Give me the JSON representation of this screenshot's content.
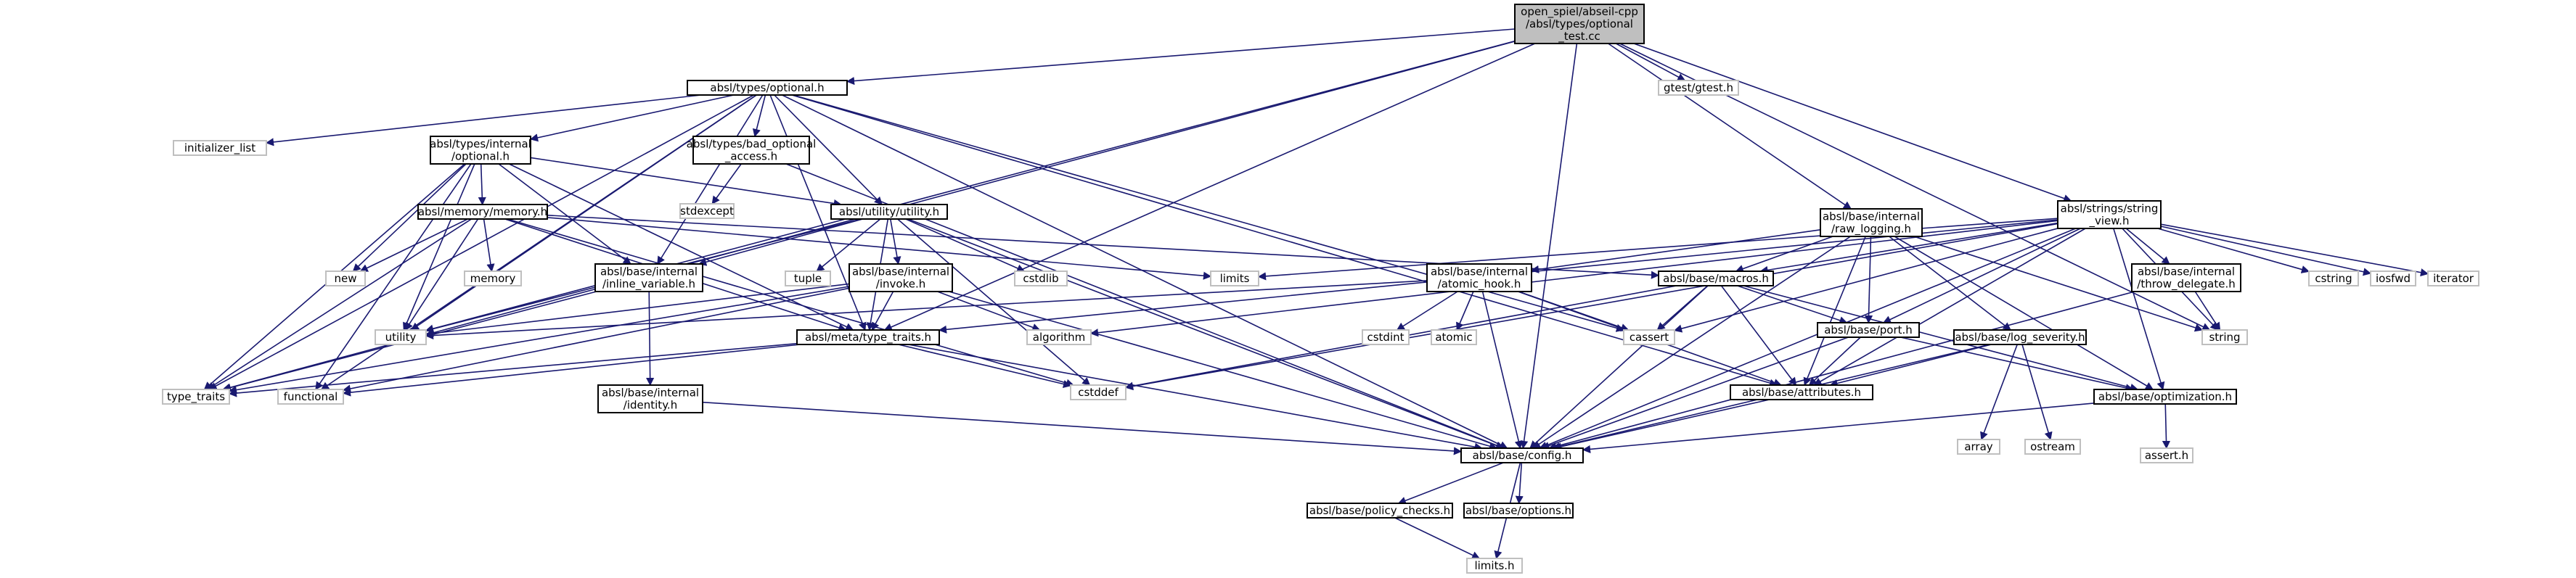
{
  "colors": {
    "edge": "#191970",
    "node_border": "#000000",
    "file_border": "#bfbfbf",
    "root_fill": "#bfbfbf",
    "node_fill": "#ffffff",
    "text": "#000000",
    "ext_text": "#555555"
  },
  "nodes": [
    {
      "id": "root",
      "lines": [
        "open_spiel/abseil-cpp",
        "/absl/types/optional",
        "_test.cc"
      ],
      "kind": "root"
    },
    {
      "id": "optional_h",
      "lines": [
        "absl/types/optional.h"
      ],
      "kind": "file"
    },
    {
      "id": "gtest",
      "lines": [
        "gtest/gtest.h"
      ],
      "kind": "ext"
    },
    {
      "id": "raw_logging",
      "lines": [
        "absl/base/internal",
        "/raw_logging.h"
      ],
      "kind": "file"
    },
    {
      "id": "string_view",
      "lines": [
        "absl/strings/string",
        "_view.h"
      ],
      "kind": "file"
    },
    {
      "id": "initializer_list",
      "lines": [
        "initializer_list"
      ],
      "kind": "ext"
    },
    {
      "id": "internal_optional",
      "lines": [
        "absl/types/internal",
        "/optional.h"
      ],
      "kind": "file"
    },
    {
      "id": "bad_optional",
      "lines": [
        "absl/types/bad_optional",
        "_access.h"
      ],
      "kind": "file"
    },
    {
      "id": "stdexcept",
      "lines": [
        "stdexcept"
      ],
      "kind": "ext"
    },
    {
      "id": "memory_h",
      "lines": [
        "absl/memory/memory.h"
      ],
      "kind": "file"
    },
    {
      "id": "utility_h",
      "lines": [
        "absl/utility/utility.h"
      ],
      "kind": "file"
    },
    {
      "id": "new",
      "lines": [
        "new"
      ],
      "kind": "ext"
    },
    {
      "id": "memory",
      "lines": [
        "memory"
      ],
      "kind": "ext"
    },
    {
      "id": "inline_variable",
      "lines": [
        "absl/base/internal",
        "/inline_variable.h"
      ],
      "kind": "file"
    },
    {
      "id": "tuple",
      "lines": [
        "tuple"
      ],
      "kind": "ext"
    },
    {
      "id": "invoke",
      "lines": [
        "absl/base/internal",
        "/invoke.h"
      ],
      "kind": "file"
    },
    {
      "id": "cstdlib",
      "lines": [
        "cstdlib"
      ],
      "kind": "ext"
    },
    {
      "id": "limits",
      "lines": [
        "limits"
      ],
      "kind": "ext"
    },
    {
      "id": "atomic_hook",
      "lines": [
        "absl/base/internal",
        "/atomic_hook.h"
      ],
      "kind": "file"
    },
    {
      "id": "macros_h",
      "lines": [
        "absl/base/macros.h"
      ],
      "kind": "file"
    },
    {
      "id": "throw_delegate",
      "lines": [
        "absl/base/internal",
        "/throw_delegate.h"
      ],
      "kind": "file"
    },
    {
      "id": "cstring",
      "lines": [
        "cstring"
      ],
      "kind": "ext"
    },
    {
      "id": "iosfwd",
      "lines": [
        "iosfwd"
      ],
      "kind": "ext"
    },
    {
      "id": "iterator",
      "lines": [
        "iterator"
      ],
      "kind": "ext"
    },
    {
      "id": "utility",
      "lines": [
        "utility"
      ],
      "kind": "ext"
    },
    {
      "id": "type_traits_h",
      "lines": [
        "absl/meta/type_traits.h"
      ],
      "kind": "file"
    },
    {
      "id": "algorithm",
      "lines": [
        "algorithm"
      ],
      "kind": "ext"
    },
    {
      "id": "cstdint",
      "lines": [
        "cstdint"
      ],
      "kind": "ext"
    },
    {
      "id": "atomic",
      "lines": [
        "atomic"
      ],
      "kind": "ext"
    },
    {
      "id": "cassert",
      "lines": [
        "cassert"
      ],
      "kind": "ext"
    },
    {
      "id": "port_h",
      "lines": [
        "absl/base/port.h"
      ],
      "kind": "file"
    },
    {
      "id": "log_severity",
      "lines": [
        "absl/base/log_severity.h"
      ],
      "kind": "file"
    },
    {
      "id": "string",
      "lines": [
        "string"
      ],
      "kind": "ext"
    },
    {
      "id": "type_traits",
      "lines": [
        "type_traits"
      ],
      "kind": "ext"
    },
    {
      "id": "functional",
      "lines": [
        "functional"
      ],
      "kind": "ext"
    },
    {
      "id": "identity",
      "lines": [
        "absl/base/internal",
        "/identity.h"
      ],
      "kind": "file"
    },
    {
      "id": "cstddef",
      "lines": [
        "cstddef"
      ],
      "kind": "ext"
    },
    {
      "id": "attributes_h",
      "lines": [
        "absl/base/attributes.h"
      ],
      "kind": "file"
    },
    {
      "id": "array",
      "lines": [
        "array"
      ],
      "kind": "ext"
    },
    {
      "id": "ostream",
      "lines": [
        "ostream"
      ],
      "kind": "ext"
    },
    {
      "id": "optimization_h",
      "lines": [
        "absl/base/optimization.h"
      ],
      "kind": "file"
    },
    {
      "id": "config_h",
      "lines": [
        "absl/base/config.h"
      ],
      "kind": "file"
    },
    {
      "id": "assert_h",
      "lines": [
        "assert.h"
      ],
      "kind": "ext"
    },
    {
      "id": "policy_checks",
      "lines": [
        "absl/base/policy_checks.h"
      ],
      "kind": "file"
    },
    {
      "id": "options_h",
      "lines": [
        "absl/base/options.h"
      ],
      "kind": "file"
    },
    {
      "id": "limits_h",
      "lines": [
        "limits.h"
      ],
      "kind": "ext"
    }
  ],
  "edges": [
    [
      "root",
      "optional_h"
    ],
    [
      "root",
      "gtest"
    ],
    [
      "root",
      "raw_logging"
    ],
    [
      "root",
      "string_view"
    ],
    [
      "root",
      "type_traits_h"
    ],
    [
      "root",
      "config_h"
    ],
    [
      "root",
      "type_traits"
    ],
    [
      "root",
      "utility"
    ],
    [
      "root",
      "string"
    ],
    [
      "optional_h",
      "initializer_list"
    ],
    [
      "optional_h",
      "internal_optional"
    ],
    [
      "optional_h",
      "bad_optional"
    ],
    [
      "optional_h",
      "utility_h"
    ],
    [
      "optional_h",
      "inline_variable"
    ],
    [
      "optional_h",
      "type_traits_h"
    ],
    [
      "optional_h",
      "config_h"
    ],
    [
      "optional_h",
      "attributes_h"
    ],
    [
      "optional_h",
      "cassert"
    ],
    [
      "optional_h",
      "functional"
    ],
    [
      "optional_h",
      "utility"
    ],
    [
      "optional_h",
      "type_traits"
    ],
    [
      "internal_optional",
      "memory_h"
    ],
    [
      "internal_optional",
      "utility_h"
    ],
    [
      "internal_optional",
      "inline_variable"
    ],
    [
      "internal_optional",
      "type_traits_h"
    ],
    [
      "internal_optional",
      "new"
    ],
    [
      "internal_optional",
      "functional"
    ],
    [
      "internal_optional",
      "type_traits"
    ],
    [
      "internal_optional",
      "utility"
    ],
    [
      "bad_optional",
      "stdexcept"
    ],
    [
      "bad_optional",
      "config_h"
    ],
    [
      "memory_h",
      "new"
    ],
    [
      "memory_h",
      "memory"
    ],
    [
      "memory_h",
      "limits"
    ],
    [
      "memory_h",
      "macros_h"
    ],
    [
      "memory_h",
      "type_traits_h"
    ],
    [
      "memory_h",
      "type_traits"
    ],
    [
      "memory_h",
      "utility"
    ],
    [
      "memory_h",
      "cstddef"
    ],
    [
      "utility_h",
      "inline_variable"
    ],
    [
      "utility_h",
      "invoke"
    ],
    [
      "utility_h",
      "type_traits_h"
    ],
    [
      "utility_h",
      "tuple"
    ],
    [
      "utility_h",
      "cstdlib"
    ],
    [
      "utility_h",
      "cstddef"
    ],
    [
      "utility_h",
      "utility"
    ],
    [
      "utility_h",
      "config_h"
    ],
    [
      "inline_variable",
      "identity"
    ],
    [
      "inline_variable",
      "type_traits"
    ],
    [
      "identity",
      "config_h"
    ],
    [
      "invoke",
      "algorithm"
    ],
    [
      "invoke",
      "type_traits_h"
    ],
    [
      "invoke",
      "functional"
    ],
    [
      "invoke",
      "type_traits"
    ],
    [
      "invoke",
      "utility"
    ],
    [
      "invoke",
      "config_h"
    ],
    [
      "type_traits_h",
      "functional"
    ],
    [
      "type_traits_h",
      "type_traits"
    ],
    [
      "type_traits_h",
      "cstddef"
    ],
    [
      "type_traits_h",
      "config_h"
    ],
    [
      "raw_logging",
      "atomic_hook"
    ],
    [
      "raw_logging",
      "macros_h"
    ],
    [
      "raw_logging",
      "port_h"
    ],
    [
      "raw_logging",
      "log_severity"
    ],
    [
      "raw_logging",
      "attributes_h"
    ],
    [
      "raw_logging",
      "config_h"
    ],
    [
      "raw_logging",
      "optimization_h"
    ],
    [
      "raw_logging",
      "string"
    ],
    [
      "atomic_hook",
      "cstdint"
    ],
    [
      "atomic_hook",
      "atomic"
    ],
    [
      "atomic_hook",
      "cassert"
    ],
    [
      "atomic_hook",
      "utility"
    ],
    [
      "atomic_hook",
      "attributes_h"
    ],
    [
      "atomic_hook",
      "config_h"
    ],
    [
      "macros_h",
      "cassert"
    ],
    [
      "macros_h",
      "cstddef"
    ],
    [
      "macros_h",
      "attributes_h"
    ],
    [
      "macros_h",
      "optimization_h"
    ],
    [
      "macros_h",
      "port_h"
    ],
    [
      "macros_h",
      "config_h"
    ],
    [
      "port_h",
      "attributes_h"
    ],
    [
      "port_h",
      "config_h"
    ],
    [
      "port_h",
      "optimization_h"
    ],
    [
      "log_severity",
      "array"
    ],
    [
      "log_severity",
      "ostream"
    ],
    [
      "log_severity",
      "attributes_h"
    ],
    [
      "log_severity",
      "config_h"
    ],
    [
      "attributes_h",
      "config_h"
    ],
    [
      "optimization_h",
      "assert_h"
    ],
    [
      "optimization_h",
      "config_h"
    ],
    [
      "string_view",
      "throw_delegate"
    ],
    [
      "string_view",
      "cstring"
    ],
    [
      "string_view",
      "iosfwd"
    ],
    [
      "string_view",
      "iterator"
    ],
    [
      "string_view",
      "string"
    ],
    [
      "string_view",
      "limits"
    ],
    [
      "string_view",
      "cassert"
    ],
    [
      "string_view",
      "cstddef"
    ],
    [
      "string_view",
      "algorithm"
    ],
    [
      "string_view",
      "macros_h"
    ],
    [
      "string_view",
      "port_h"
    ],
    [
      "string_view",
      "attributes_h"
    ],
    [
      "string_view",
      "optimization_h"
    ],
    [
      "string_view",
      "config_h"
    ],
    [
      "string_view",
      "type_traits_h"
    ],
    [
      "throw_delegate",
      "string"
    ],
    [
      "throw_delegate",
      "config_h"
    ],
    [
      "config_h",
      "policy_checks"
    ],
    [
      "config_h",
      "options_h"
    ],
    [
      "config_h",
      "limits_h"
    ],
    [
      "policy_checks",
      "limits_h"
    ]
  ]
}
